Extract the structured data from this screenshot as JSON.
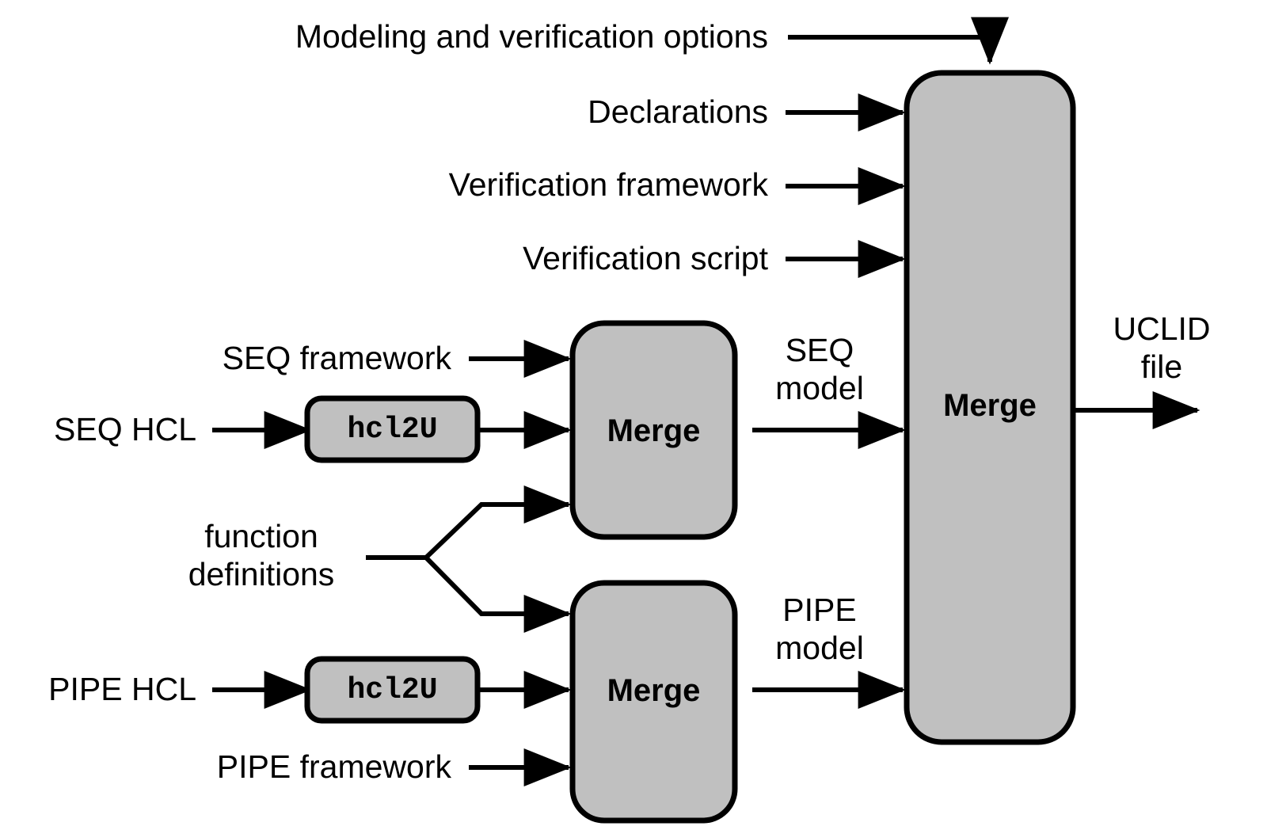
{
  "diagram": {
    "title_caption": "",
    "colors": {
      "box_fill": "#C0C0C0",
      "box_stroke": "#000000",
      "line": "#000000",
      "background": "#FFFFFF",
      "text": "#000000"
    },
    "inputs_top": [
      {
        "label": "Modeling and verification options"
      },
      {
        "label": "Declarations"
      },
      {
        "label": "Verification framework"
      },
      {
        "label": "Verification script"
      }
    ],
    "inputs_seq": [
      {
        "label": "SEQ framework"
      },
      {
        "label": "SEQ HCL"
      }
    ],
    "inputs_pipe": [
      {
        "label": "PIPE HCL"
      },
      {
        "label": "PIPE framework"
      }
    ],
    "shared_input": {
      "line1": "function",
      "line2": "definitions"
    },
    "boxes": [
      {
        "id": "hcl2u-seq",
        "label": "hcl2U",
        "kind": "tool"
      },
      {
        "id": "hcl2u-pipe",
        "label": "hcl2U",
        "kind": "tool"
      },
      {
        "id": "merge-seq",
        "label": "Merge",
        "kind": "process"
      },
      {
        "id": "merge-pipe",
        "label": "Merge",
        "kind": "process"
      },
      {
        "id": "merge-final",
        "label": "Merge",
        "kind": "process"
      }
    ],
    "intermediate_labels": [
      {
        "id": "seq-model",
        "line1": "SEQ",
        "line2": "model"
      },
      {
        "id": "pipe-model",
        "line1": "PIPE",
        "line2": "model"
      }
    ],
    "output": {
      "line1": "UCLID",
      "line2": "file"
    }
  }
}
